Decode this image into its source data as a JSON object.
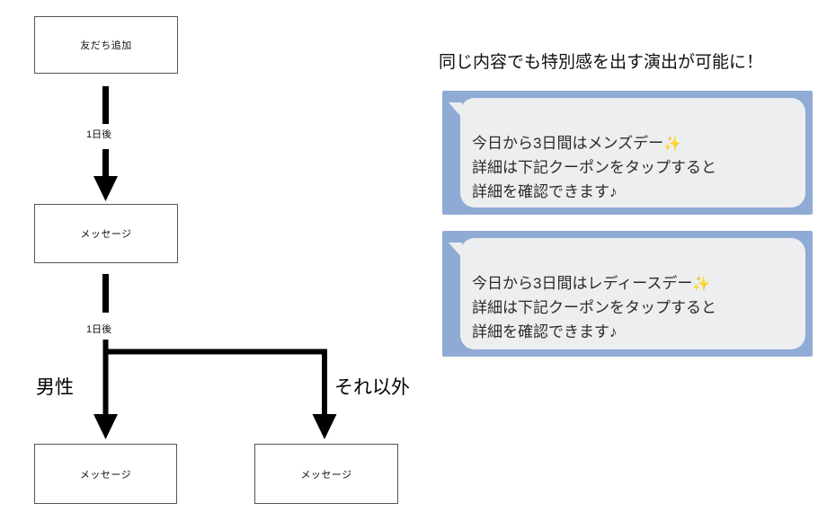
{
  "flowchart": {
    "nodes": [
      {
        "id": "friend-add",
        "label": "友だち追加"
      },
      {
        "id": "message-1",
        "label": "メッセージ"
      },
      {
        "id": "message-2",
        "label": "メッセージ"
      },
      {
        "id": "message-3",
        "label": "メッセージ"
      }
    ],
    "delays": [
      {
        "label": "1日後"
      },
      {
        "label": "1日後"
      }
    ],
    "branches": [
      {
        "label": "男性"
      },
      {
        "label": "それ以外"
      }
    ]
  },
  "right_panel": {
    "headline": "同じ内容でも特別感を出す演出が可能に！",
    "bubbles": [
      {
        "line1": "今日から3日間はメンズデー",
        "emoji": "✨",
        "line2": "詳細は下記クーポンをタップすると",
        "line3": "詳細を確認できます♪"
      },
      {
        "line1": "今日から3日間はレディースデー",
        "emoji": "✨",
        "line2": "詳細は下記クーポンをタップすると",
        "line3": "詳細を確認できます♪"
      }
    ]
  },
  "colors": {
    "bubble_backdrop": "#8faad4",
    "bubble_fill": "#eceef0",
    "box_border": "#555555",
    "arrow": "#000000"
  }
}
